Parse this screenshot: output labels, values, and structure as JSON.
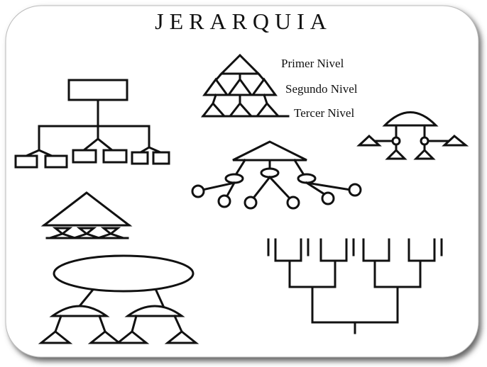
{
  "title": "JERARQUIA",
  "levels": [
    {
      "label": "Primer Nivel"
    },
    {
      "label": "Segundo Nivel"
    },
    {
      "label": "Tercer Nivel"
    }
  ],
  "colors": {
    "ink": "#111111",
    "frame_shadow": "#555555",
    "background": "#ffffff"
  },
  "diagram_names": [
    "org-chart-rectangles",
    "pyramid-legend",
    "dome-hierarchy",
    "radial-tree-circles",
    "triangle-tier",
    "branching-tree",
    "oval-hierarchy"
  ]
}
